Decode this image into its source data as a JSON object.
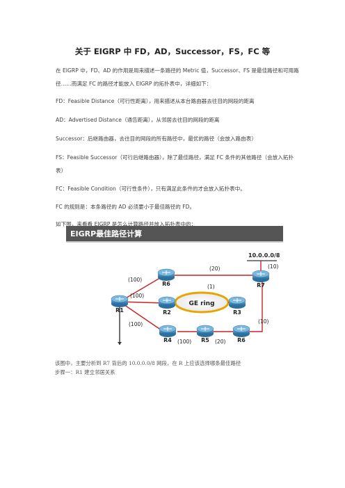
{
  "title": "关于 EIGRP 中 FD，AD，Successor，FS，FC 等",
  "paragraphs": {
    "p1": "在 EIGRP 中，FD、AD 的作用是用来描述一条路径的 Metric 值，Successor、FS 是最佳路径和可用路径……而满足 FC 的路径才能放入 EIGRP 的拓扑表中，详细如下：",
    "p2": "FD：Feasible Distance（可行性距离），用来描述从本台路由器去往目的网段的距离",
    "p3": "AD：Advertised Distance（通告距离），从邻居去往目的网段的距离",
    "p4": "Successor：后继路由器，去往目的网段的所有路径中，最优的路径（会放入路由表）",
    "p5": "FS：Feasible Successor（可行后继路由器），除了最佳路径，满足 FC 条件的其他路径（会放入拓扑表）",
    "p6": "FC：Feasible Condition（可行性条件），只有满足此条件的才会放入拓扑表中。",
    "p7": "FC 的规则是：本条路径的 AD 必须要小于最佳路径的 FD。",
    "p8": "如下图，来看看 EIGRP 是怎么计算路径并放入拓扑表中的："
  },
  "figure": {
    "title": "EIGRP最佳路径计算",
    "network": "10.0.0.0/8",
    "ring_label": "GE ring",
    "routers": [
      "R1",
      "R2",
      "R3",
      "R4",
      "R5",
      "R6",
      "R7"
    ],
    "metrics": {
      "r1_r6": "(100)",
      "r1_r2": "(100)",
      "r1_r4": "(100)",
      "r6_r7": "(20)",
      "ring": "(1)",
      "r7_net": "(10)",
      "r4_r5": "(100)",
      "r5_r6b": "(20)",
      "r6b_r7": "(10)"
    }
  },
  "caption": {
    "line1": "该图中，主要分析到 R7 背后的 10.0.0.0/8 网段，在 R 上应该选择哪条最佳路径",
    "line2": "步骤一：R1 建立邻居关系"
  },
  "colors": {
    "router": "#3d86b8",
    "router_top": "#7cb8dd",
    "link": "#cc2222",
    "ring": "#e8a400"
  }
}
